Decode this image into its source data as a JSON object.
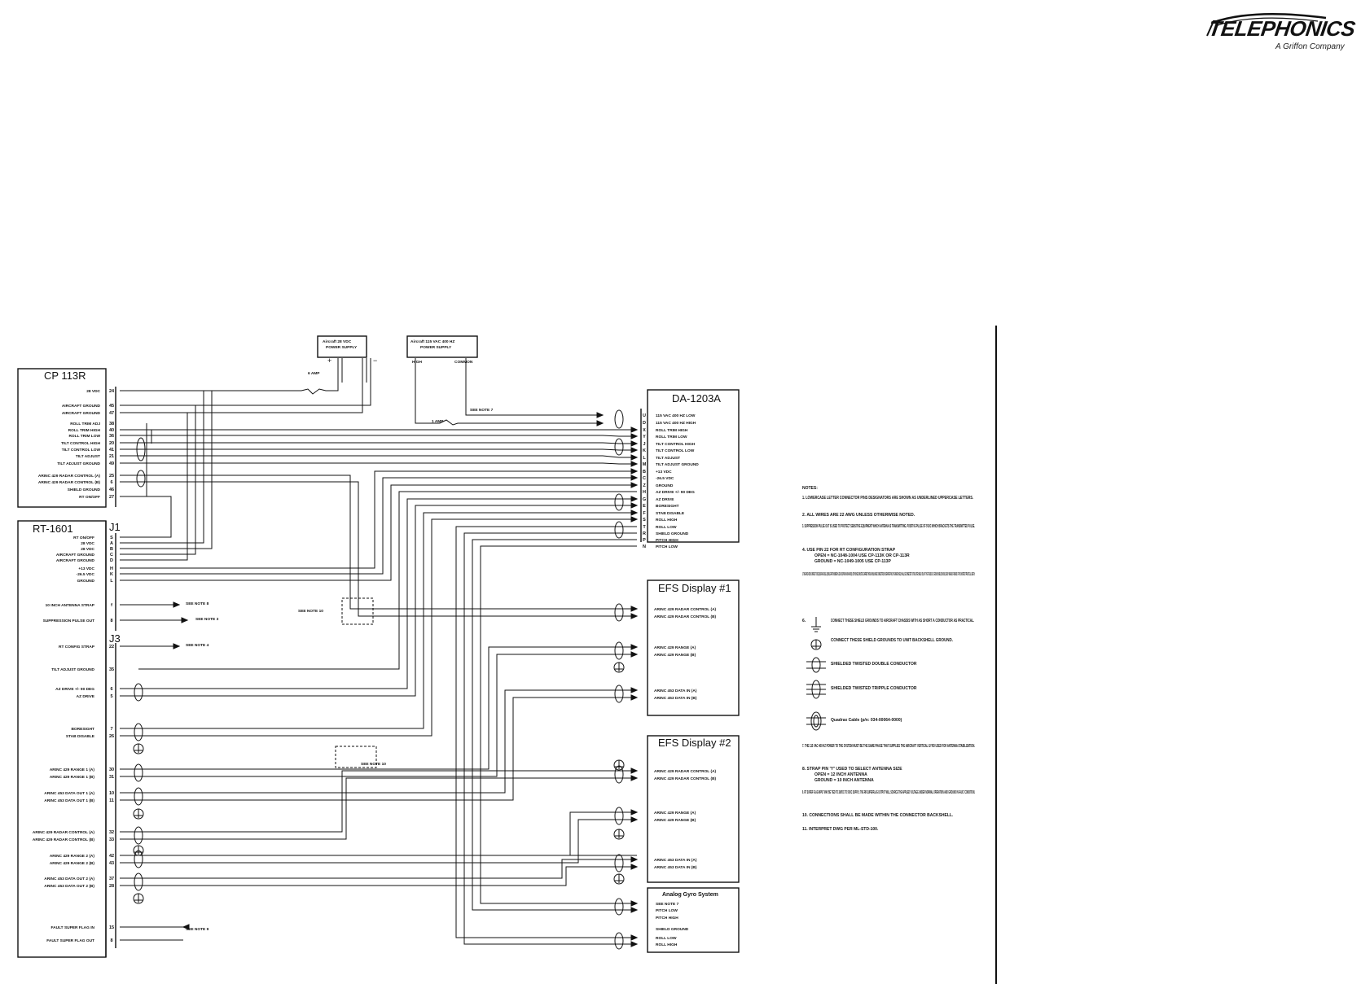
{
  "logo": {
    "word": "TELEPHONICS",
    "tagline": "A Griffon Company"
  },
  "units": {
    "cp": "CP 113R",
    "rt": "RT-1601",
    "j1": "J1",
    "j3": "J3",
    "da": "DA-1203A",
    "efs1": "EFS Display #1",
    "efs2": "EFS Display #2",
    "gyro": "Analog Gyro System"
  },
  "supplies": {
    "dc_title": "Aircraft 28 VDC",
    "dc_sub": "POWER SUPPLY",
    "dc_plus": "+",
    "dc_minus": "−",
    "ac_title": "Aircraft 115 VAC 400 HZ",
    "ac_sub": "POWER SUPPLY",
    "ac_high": "HIGH",
    "ac_common": "COMMON",
    "fuse_dc": "6 AMP",
    "fuse_ac": "1 AMP"
  },
  "cp_pins": [
    {
      "label": "28 VDC",
      "pin": "24"
    },
    {
      "label": "AIRCRAFT GROUND",
      "pin": "45"
    },
    {
      "label": "AIRCRAFT GROUND",
      "pin": "47"
    },
    {
      "label": "ROLL TRIM ADJ",
      "pin": "38"
    },
    {
      "label": "ROLL TRIM HIGH",
      "pin": "40"
    },
    {
      "label": "ROLL TRIM LOW",
      "pin": "36"
    },
    {
      "label": "TILT CONTROL HIGH",
      "pin": "20"
    },
    {
      "label": "TILT CONTROL LOW",
      "pin": "41"
    },
    {
      "label": "TILT ADJUST",
      "pin": "21"
    },
    {
      "label": "TILT ADJUST GROUND",
      "pin": "49"
    },
    {
      "label": "ARINC 429 RADAR CONTROL (A)",
      "pin": "25"
    },
    {
      "label": "ARINC 429 RADAR CONTROL (B)",
      "pin": "6"
    },
    {
      "label": "SHIELD GROUND",
      "pin": "46"
    },
    {
      "label": "RT ON/OFF",
      "pin": "27"
    }
  ],
  "rt_j1_pins": [
    {
      "label": "RT ON/OFF",
      "pin": "S"
    },
    {
      "label": "28 VDC",
      "pin": "A"
    },
    {
      "label": "28 VDC",
      "pin": "B"
    },
    {
      "label": "AIRCRAFT GROUND",
      "pin": "C"
    },
    {
      "label": "AIRCRAFT GROUND",
      "pin": "D"
    },
    {
      "label": "+13 VDC",
      "pin": "H"
    },
    {
      "label": "-26.5 VDC",
      "pin": "K"
    },
    {
      "label": "GROUND",
      "pin": "L"
    },
    {
      "label": "10 INCH ANTENNA STRAP",
      "pin": "f"
    },
    {
      "label": "SUPPRESSION PULSE OUT",
      "pin": "8"
    }
  ],
  "rt_j3_pins": [
    {
      "label": "RT CONFIG STRAP",
      "pin": "22"
    },
    {
      "label": "TILT ADJUST GROUND",
      "pin": "35"
    },
    {
      "label": "AZ DRIVE +/- 90 DEG",
      "pin": "6"
    },
    {
      "label": "AZ DRIVE",
      "pin": "5"
    },
    {
      "label": "BORESIGHT",
      "pin": "7"
    },
    {
      "label": "STAB DISABLE",
      "pin": "26"
    },
    {
      "label": "ARINC 429 RANGE 1 (A)",
      "pin": "30"
    },
    {
      "label": "ARINC 429 RANGE 1 (B)",
      "pin": "31"
    },
    {
      "label": "ARINC 453 DATA OUT 1 (A)",
      "pin": "10"
    },
    {
      "label": "ARINC 453 DATA OUT 1 (B)",
      "pin": "11"
    },
    {
      "label": "ARINC 429 RADAR CONTROL (A)",
      "pin": "32"
    },
    {
      "label": "ARINC 429 RADAR CONTROL (B)",
      "pin": "33"
    },
    {
      "label": "ARINC 429 RANGE 2 (A)",
      "pin": "42"
    },
    {
      "label": "ARINC 429 RANGE 2 (B)",
      "pin": "43"
    },
    {
      "label": "ARINC 453 DATA OUT 2 (A)",
      "pin": "37"
    },
    {
      "label": "ARINC 453 DATA OUT 2 (B)",
      "pin": "28"
    },
    {
      "label": "FAULT SUPER FLAG IN",
      "pin": "15"
    },
    {
      "label": "FAULT SUPER FLAG OUT",
      "pin": "8"
    }
  ],
  "da_pins": [
    {
      "pin": "U",
      "label": "115 VAC 400 HZ LOW"
    },
    {
      "pin": "D",
      "label": "115 VAC 400 HZ HIGH"
    },
    {
      "pin": "X",
      "label": "ROLL TRIM HIGH"
    },
    {
      "pin": "Y",
      "label": "ROLL TRIM LOW"
    },
    {
      "pin": "J",
      "label": "TILT CONTROL HIGH"
    },
    {
      "pin": "K",
      "label": "TILT CONTROL LOW"
    },
    {
      "pin": "L",
      "label": "TILT ADJUST"
    },
    {
      "pin": "M",
      "label": "TILT ADJUST GROUND"
    },
    {
      "pin": "B",
      "label": "+13 VDC"
    },
    {
      "pin": "C",
      "label": "-26.5 VDC"
    },
    {
      "pin": "Z",
      "label": "GROUND"
    },
    {
      "pin": "H",
      "label": "AZ DRIVE +/- 90 DEG"
    },
    {
      "pin": "G",
      "label": "AZ DRIVE"
    },
    {
      "pin": "E",
      "label": "BORESIGHT"
    },
    {
      "pin": "F",
      "label": "STAB DISABLE"
    },
    {
      "pin": "S",
      "label": "ROLL HIGH"
    },
    {
      "pin": "T",
      "label": "ROLL LOW"
    },
    {
      "pin": "R",
      "label": "SHIELD GROUND"
    },
    {
      "pin": "P",
      "label": "PITCH HIGH"
    },
    {
      "pin": "N",
      "label": "PITCH LOW"
    }
  ],
  "efs1_pins": [
    {
      "label": "ARINC 429 RADAR CONTROL (A)"
    },
    {
      "label": "ARINC 429 RADAR CONTROL (B)"
    },
    {
      "label": "ARINC 429 RANGE (A)"
    },
    {
      "label": "ARINC 429 RANGE (B)"
    },
    {
      "label": "ARINC 453 DATA IN (A)"
    },
    {
      "label": "ARINC 453 DATA IN (B)"
    }
  ],
  "efs2_pins": [
    {
      "label": "ARINC 429 RADAR CONTROL (A)"
    },
    {
      "label": "ARINC 429 RADAR CONTROL (B)"
    },
    {
      "label": "ARINC 429 RANGE (A)"
    },
    {
      "label": "ARINC 429 RANGE (B)"
    },
    {
      "label": "ARINC 453 DATA IN (A)"
    },
    {
      "label": "ARINC 453 DATA IN (B)"
    }
  ],
  "gyro_pins": [
    {
      "label": "SEE NOTE 7"
    },
    {
      "label": "PITCH LOW"
    },
    {
      "label": "PITCH HIGH"
    },
    {
      "label": "SHIELD GROUND"
    },
    {
      "label": "ROLL LOW"
    },
    {
      "label": "ROLL HIGH"
    }
  ],
  "callouts": {
    "see_note_7": "SEE NOTE 7",
    "see_note_8": "SEE NOTE 8",
    "see_note_3": "SEE NOTE 3",
    "see_note_4": "SEE NOTE 4",
    "see_note_10a": "SEE NOTE 10",
    "see_note_10b": "SEE NOTE 10",
    "see_note_9": "SEE NOTE 9"
  },
  "notes": {
    "heading": "NOTES:",
    "n1": "1. LOWERCASE LETTER CONNECTOR PINS DESIGNATORS ARE SHOWN AS UNDERLINED UPPERCASE LETTERS.",
    "n2": "2. ALL WIRES ARE 22 AWG UNLESS OTHERWISE NOTED.",
    "n3": "3. SUPPRESSION PULSE OUT IS USED TO PROTECT SENSITIVE EQUIPMENT WHICH ANTENNA IS TRANSMITTING. POSITIVE PULSE OF 5VDC WHICH BRACKETS THE TRANSMITTED PULSE.",
    "n4": "4. USE PIN 22 FOR RT CONFIGURATION STRAP",
    "n4a": "OPEN = NC-1048-1004   USE CP-113K OR CP-113R",
    "n4b": "GROUND = NC-1049-1005   USE CP-113P",
    "n5": "5. THE ARINC 453 BUS WIRE IS TO BE QUADRAX CABLE. (BUNDLE PART NUMBER H-132-0002 (RPM GIH-00004-00003). BOTH SHIELDS MUST BE CARRIED THROUGH BULKHEAD CONNECTORS ON SEPARATE PINS. THE INNER SHIELD SHALL BE CONNECTED TO THE OUTER SHIELD ONLY AT THE RT-1601D-107. GROUND SHIELDS SHOULD BE BY MEANS OF BRAIDS OF THE SHORTEST PRACTICAL LENGTH.",
    "n6": "6.",
    "n6a": "CONNECT THESE SHIELD GROUNDS TO AIRCRAFT CHASSIS WITH AS SHORT A CONDUCTOR AS PRACTICAL.",
    "n6b": "CONNECT THESE SHIELD GROUNDS TO UNIT BACKSHELL GROUND.",
    "n6c": "SHIELDED TWISTED DOUBLE CONDUCTOR",
    "n6d": "SHIELDED TWISTED TRIPPLE CONDUCTOR",
    "n6e": "Quadrax Cable (p/n: 034-00064-0000)",
    "n7": "7. THE 115 VAC 400 HZ POWER TO THE SYSTEM MUST BE THE SAME PHASE THAT SUPPLIES THE AIRCRAFT VERTICAL GYRO USED FOR ANTENNA STABILIZATION.",
    "n8": "8. STRAP PIN \"f\" USED TO SELECT ANTENNA SIZE",
    "n8a": "OPEN = 12 INCH ANTENNA",
    "n8b": "GROUND = 10 INCH ANTENNA",
    "n9": "9. RT SUPER FLAG INPUT MAY BE TIED TO 28VDC TO 5VDC SUPPLY. THE RR SUPERFLAG OUTPUT WILL SOURCE THE APPLIED VOLTAGE UNDER NORMAL OPERATION AND GROUND IN FAULT CONDITION.",
    "n10": "10. CONNECTIONS SHALL BE MADE WITHIN THE CONNECTOR BACKSHELL.",
    "n11": "11. INTERPRET DWG PER ML-STD-100."
  }
}
